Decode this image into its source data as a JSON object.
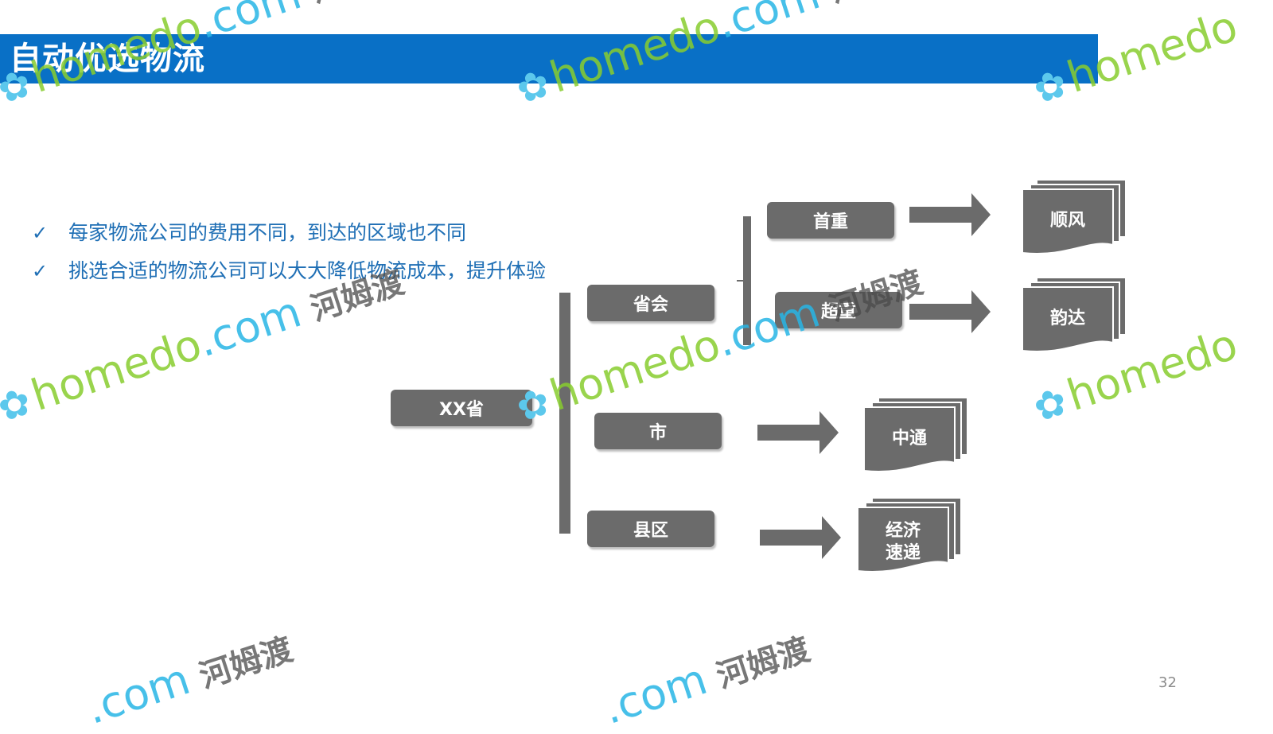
{
  "title": "自动优选物流",
  "bullets": [
    "每家物流公司的费用不同，到达的区域也不同",
    "挑选合适的物流公司可以大大降低物流成本，提升体验"
  ],
  "diagram": {
    "root": "XX省",
    "level1": [
      "省会",
      "市",
      "县区"
    ],
    "level2": [
      "首重",
      "超重"
    ],
    "carriers": [
      "顺风",
      "韵达",
      "中通",
      "经济",
      "速递"
    ]
  },
  "watermark": {
    "text1": "homedo",
    "text2": ".com",
    "cn": "河姆渡"
  },
  "page_number": "32",
  "colors": {
    "title_bar": "#0970c6",
    "node": "#6b6b6b",
    "bullet_text": "#1f6fb5",
    "watermark_green": "#88cd2e",
    "watermark_blue": "#28b6e6"
  }
}
